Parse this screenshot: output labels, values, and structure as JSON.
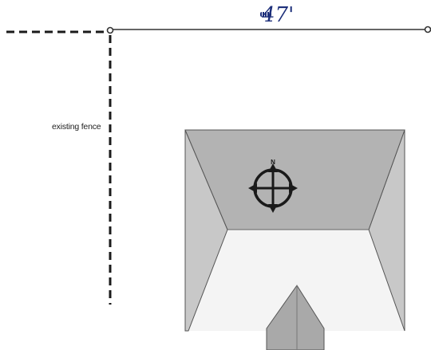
{
  "labels": {
    "fence": "existing fence",
    "dimension": "47'",
    "north": "N"
  },
  "colors": {
    "line": "#333333",
    "dashed_line": "#1a1a1a",
    "handwriting": "#1d2f7a",
    "roof_top": "#b3b3b3",
    "roof_side": "#c9c9c9",
    "house_floor": "#f3f3f3",
    "dormer": "#a8a8a8"
  },
  "icons": {
    "compass": "north-compass-icon",
    "post": "fence-post-icon"
  }
}
